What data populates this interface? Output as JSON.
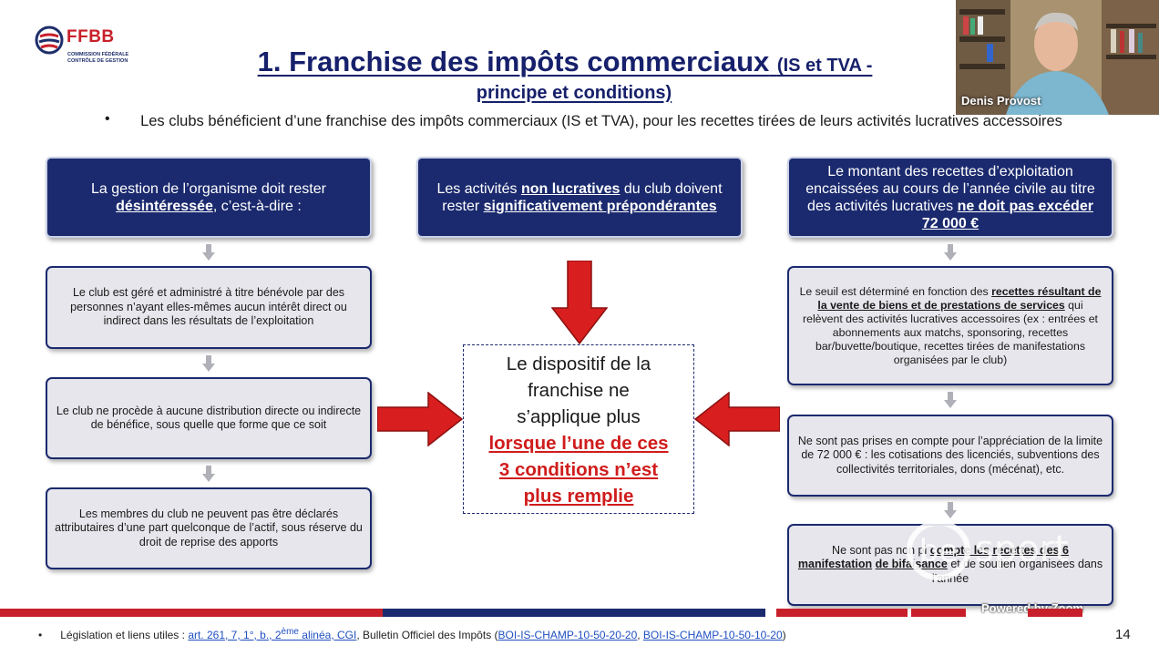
{
  "logo": {
    "name": "FFBB",
    "subtitle_line1": "COMMISSION FÉDÉRALE",
    "subtitle_line2": "CONTRÔLE DE GESTION"
  },
  "title": {
    "main": "1. Franchise des impôts commerciaux",
    "suffix": "(IS et TVA -",
    "line2": "principe et conditions)"
  },
  "intro": {
    "bullet": "•",
    "text": "Les clubs bénéficient d’une franchise des impôts commerciaux (IS et TVA), pour les recettes tirées de leurs activités lucratives accessoires"
  },
  "left_column": {
    "header": {
      "part1": "La gestion de l’organisme doit rester",
      "bold": "désintéressée",
      "part2": ", c’est-à-dire :"
    },
    "items": [
      "Le club est géré et administré à titre bénévole par des personnes n’ayant elles-mêmes aucun intérêt direct ou indirect dans les résultats de l’exploitation",
      "Le club ne procède à aucune distribution directe ou indirecte de bénéfice, sous quelle que forme que ce soit",
      "Les membres du club ne peuvent pas être déclarés attributaires d’une part quelconque de l’actif, sous réserve du droit de reprise des apports"
    ]
  },
  "middle_column": {
    "header": {
      "part1": "Les activités",
      "bold1": "non lucratives",
      "part2": "du club doivent rester",
      "bold2": "significativement prépondérantes"
    },
    "center": {
      "line1": "Le dispositif de la",
      "line2": "franchise ne",
      "line3": "s’applique plus",
      "red1": "lorsque l’une de ces",
      "red2": "3 conditions n’est",
      "red3": "plus remplie"
    }
  },
  "right_column": {
    "header": {
      "part1": "Le montant des recettes d’exploitation encaissées au cours de l’année civile au titre des activités lucratives",
      "bold": "ne doit pas excéder 72 000 €"
    },
    "item1": {
      "part1": "Le seuil est déterminé en fonction des",
      "bold": "recettes résultant de la vente de biens et de prestations de services",
      "part2": "qui relèvent des activités lucratives accessoires (ex : entrées et abonnements aux matchs, sponsoring, recettes bar/buvette/boutique, recettes tirées de manifestations organisées par le club)"
    },
    "item2": "Ne sont pas prises en compte pour l’appréciation de la limite de 72 000 € : les cotisations des licenciés, subventions des collectivités territoriales, dons (mécénat), etc.",
    "item3": {
      "part1": "Ne sont pas non pl",
      "bold1": "compte les recettes des 6 manifestation",
      "bold2": "de bi",
      "bold3": "faisance",
      "part2": "et de soutien organisées dans l’année"
    }
  },
  "overlay": {
    "webcam_name": "Denis Provost",
    "brand": "sport",
    "brand_prefix": "be",
    "zoom": "Powered by Zoom"
  },
  "footer": {
    "bullet": "•",
    "label": "Législation et liens utiles :",
    "link1_a": "art. 261, 7, 1°, b., 2",
    "link1_sup": "ème",
    "link1_b": " alinéa, CGI",
    "middle": ", Bulletin Officiel des Impôts (",
    "link2": "BOI-IS-CHAMP-10-50-20-20",
    "sep": ", ",
    "link3": "BOI-IS-CHAMP-10-50-10-20",
    "end": ")"
  },
  "page_number": "14",
  "colors": {
    "navy": "#1b2a6e",
    "red": "#d01c1c",
    "grey_box": "#e6e6ec"
  }
}
